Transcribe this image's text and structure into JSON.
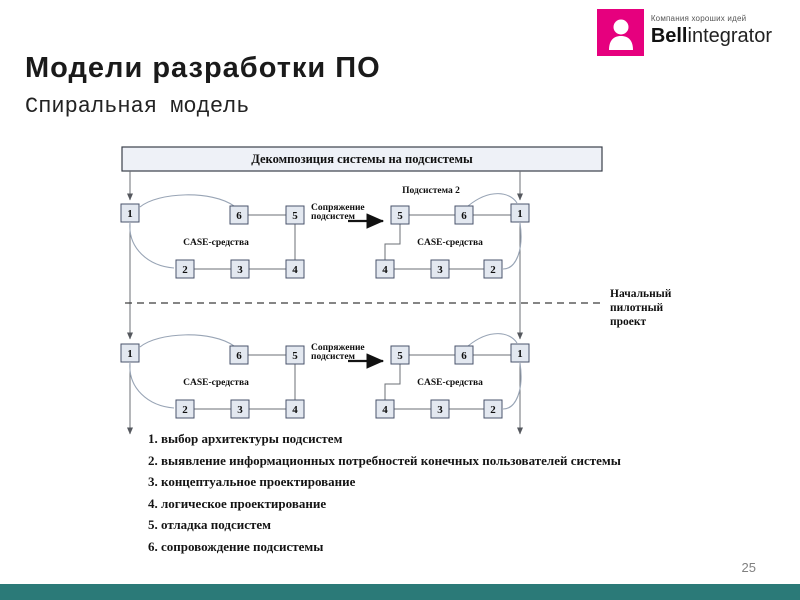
{
  "slide": {
    "title": "Модели разработки ПО",
    "subtitle": "Спиральная модель",
    "page_number": "25"
  },
  "logo": {
    "tagline": "Компания хороших идей",
    "brand_bold": "Bell",
    "brand_light": "integrator"
  },
  "colors": {
    "footer_teal": "#2b7a78",
    "logo_magenta": "#E6007E",
    "box_fill": "#e3e8f0",
    "box_border": "#49536b"
  },
  "diagram": {
    "header": "Декомпозиция системы на подсистемы",
    "subsystem_label": "Подсистема 2",
    "coupling_line1": "Сопряжение",
    "coupling_line2": "подсистем",
    "case_label": "CASE-средства",
    "pilot_line1": "Начальный",
    "pilot_line2": "пилотный",
    "pilot_line3": "проект",
    "node_one": "1",
    "top_left_chain": [
      "6",
      "5"
    ],
    "top_right_chain": [
      "5",
      "6"
    ],
    "bottom_left_chain": [
      "2",
      "3",
      "4"
    ],
    "bottom_right_chain": [
      "4",
      "3",
      "2"
    ]
  },
  "steps": [
    "1. выбор архитектуры подсистем",
    "2. выявление информационных потребностей конечных пользователей системы",
    "3. концептуальное проектирование",
    "4. логическое проектирование",
    "5. отладка подсистем",
    "6. сопровождение подсистемы"
  ]
}
